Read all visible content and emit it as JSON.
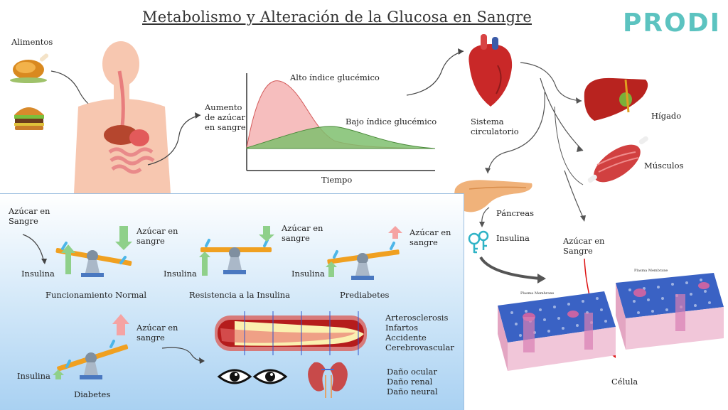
{
  "title": "Metabolismo y Alteración de la Glucosa en Sangre",
  "logo": "PRODI",
  "top": {
    "alimentos": "Alimentos",
    "aumento_1": "Aumento",
    "aumento_2": "de azúcar",
    "aumento_3": "en sangre",
    "graph_high": "Alto índice glucémico",
    "graph_low": "Bajo índice glucémico",
    "graph_xlabel": "Tiempo",
    "sistema_1": "Sistema",
    "sistema_2": "circulatorio",
    "higado": "Hígado",
    "musculos": "Músculos",
    "pancreas": "Páncreas",
    "insulina": "Insulina",
    "azucar_1": "Azúcar en",
    "azucar_2": "Sangre",
    "celula": "Célula"
  },
  "panel": {
    "azucar_sangre_1": "Azúcar en",
    "azucar_sangre_2": "Sangre",
    "seesaws": [
      {
        "arrow_label_1": "Azúcar en",
        "arrow_label_2": "sangre",
        "left_label": "Insulina",
        "caption": "Funcionamiento  Normal"
      },
      {
        "arrow_label_1": "Azúcar en",
        "arrow_label_2": "sangre",
        "left_label": "Insulina",
        "caption": "Resistencia  a la Insulina"
      },
      {
        "arrow_label_1": "Azúcar en",
        "arrow_label_2": "sangre",
        "left_label": "Insulina",
        "caption": "Prediabetes"
      },
      {
        "arrow_label_1": "Azúcar en",
        "arrow_label_2": "sangre",
        "left_label": "Insulina",
        "caption": "Diabetes"
      }
    ],
    "consequences_1": [
      "Arterosclerosis",
      "Infartos",
      "Accidente",
      "Cerebrovascular"
    ],
    "consequences_2": [
      "Daño  ocular",
      "Daño  renal",
      "Daño  neural"
    ]
  },
  "colors": {
    "accent_teal": "#5cc3c0",
    "green_arrow": "#8fd08a",
    "pink_arrow": "#f5a3a3",
    "seesaw_bar": "#f0a020"
  }
}
